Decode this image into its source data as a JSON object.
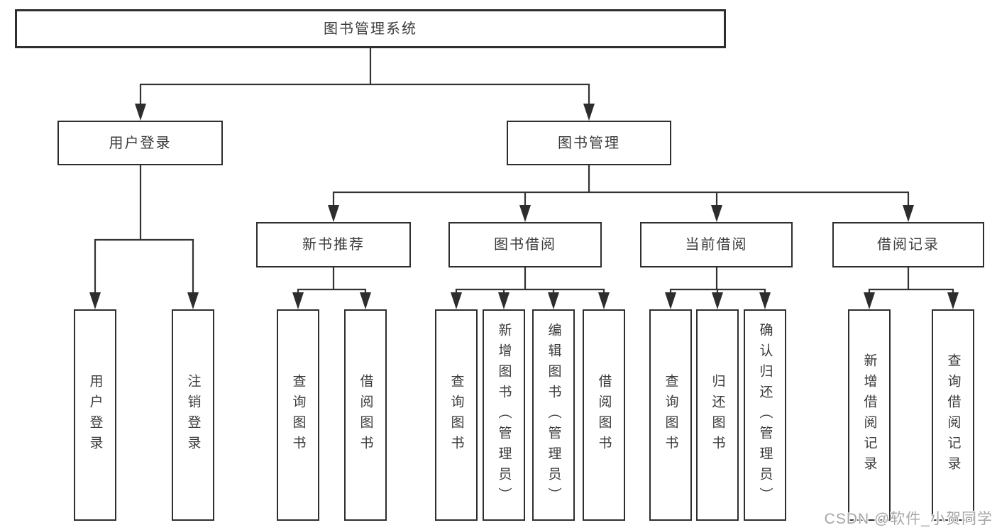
{
  "diagram_title": "图书管理系统",
  "tree": {
    "label": "图书管理系统",
    "children": [
      {
        "label": "用户登录",
        "children": [
          {
            "label": "用户登录"
          },
          {
            "label": "注销登录"
          }
        ]
      },
      {
        "label": "图书管理",
        "children": [
          {
            "label": "新书推荐",
            "children": [
              {
                "label": "查询图书"
              },
              {
                "label": "借阅图书"
              }
            ]
          },
          {
            "label": "图书借阅",
            "children": [
              {
                "label": "查询图书"
              },
              {
                "label": "新增图书（管理员）"
              },
              {
                "label": "编辑图书（管理员）"
              },
              {
                "label": "借阅图书"
              }
            ]
          },
          {
            "label": "当前借阅",
            "children": [
              {
                "label": "查询图书"
              },
              {
                "label": "归还图书"
              },
              {
                "label": "确认归还（管理员）"
              }
            ]
          },
          {
            "label": "借阅记录",
            "children": [
              {
                "label": "新增借阅记录"
              },
              {
                "label": "查询借阅记录"
              }
            ]
          }
        ]
      }
    ]
  },
  "watermark": "CSDN @软件_小贺同学",
  "colors": {
    "background": "#ffffff",
    "box_border": "#2e2e2e",
    "line": "#333333",
    "arrow": "#2d2d2d",
    "text": "#3a3a3a",
    "watermark": "#a6a6a6"
  }
}
